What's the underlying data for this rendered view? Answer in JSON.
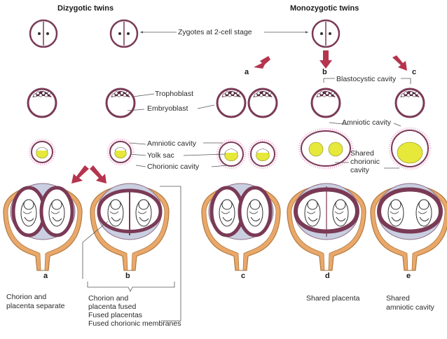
{
  "titles": {
    "dizygotic": "Dizygotic twins",
    "monozygotic": "Monozygotic twins"
  },
  "labels": {
    "zygotes": "Zygotes at 2-cell stage",
    "trophoblast": "Trophoblast",
    "embryoblast": "Embryoblast",
    "blastocystic_cavity": "Blastocystic cavity",
    "amniotic_cavity": "Amniotic cavity",
    "yolk_sac": "Yolk sac",
    "chorionic_cavity": "Chorionic cavity",
    "amniotic_cavity_right": "Amniotic cavity",
    "shared_chorionic_cavity": [
      "Shared",
      "chorionic",
      "cavity"
    ]
  },
  "route_letters": {
    "a": "a",
    "b": "b",
    "c": "c"
  },
  "panel_letters": {
    "a": "a",
    "b": "b",
    "c": "c",
    "d": "d",
    "e": "e"
  },
  "captions": {
    "a": [
      "Chorion and",
      "placenta separate"
    ],
    "b": [
      "Chorion and",
      "placenta fused",
      "Fused placentas",
      "Fused chorionic membranes"
    ],
    "d": [
      "Shared placenta"
    ],
    "e": [
      "Shared",
      "amniotic cavity"
    ]
  },
  "colors": {
    "arrow": "#b5344e",
    "membrane": "#7a3a56",
    "uterus": "#e9a86a",
    "yolk": "#e6e83a",
    "chorion_fill": "#c9cfe0",
    "ink": "#2a2a2a"
  }
}
